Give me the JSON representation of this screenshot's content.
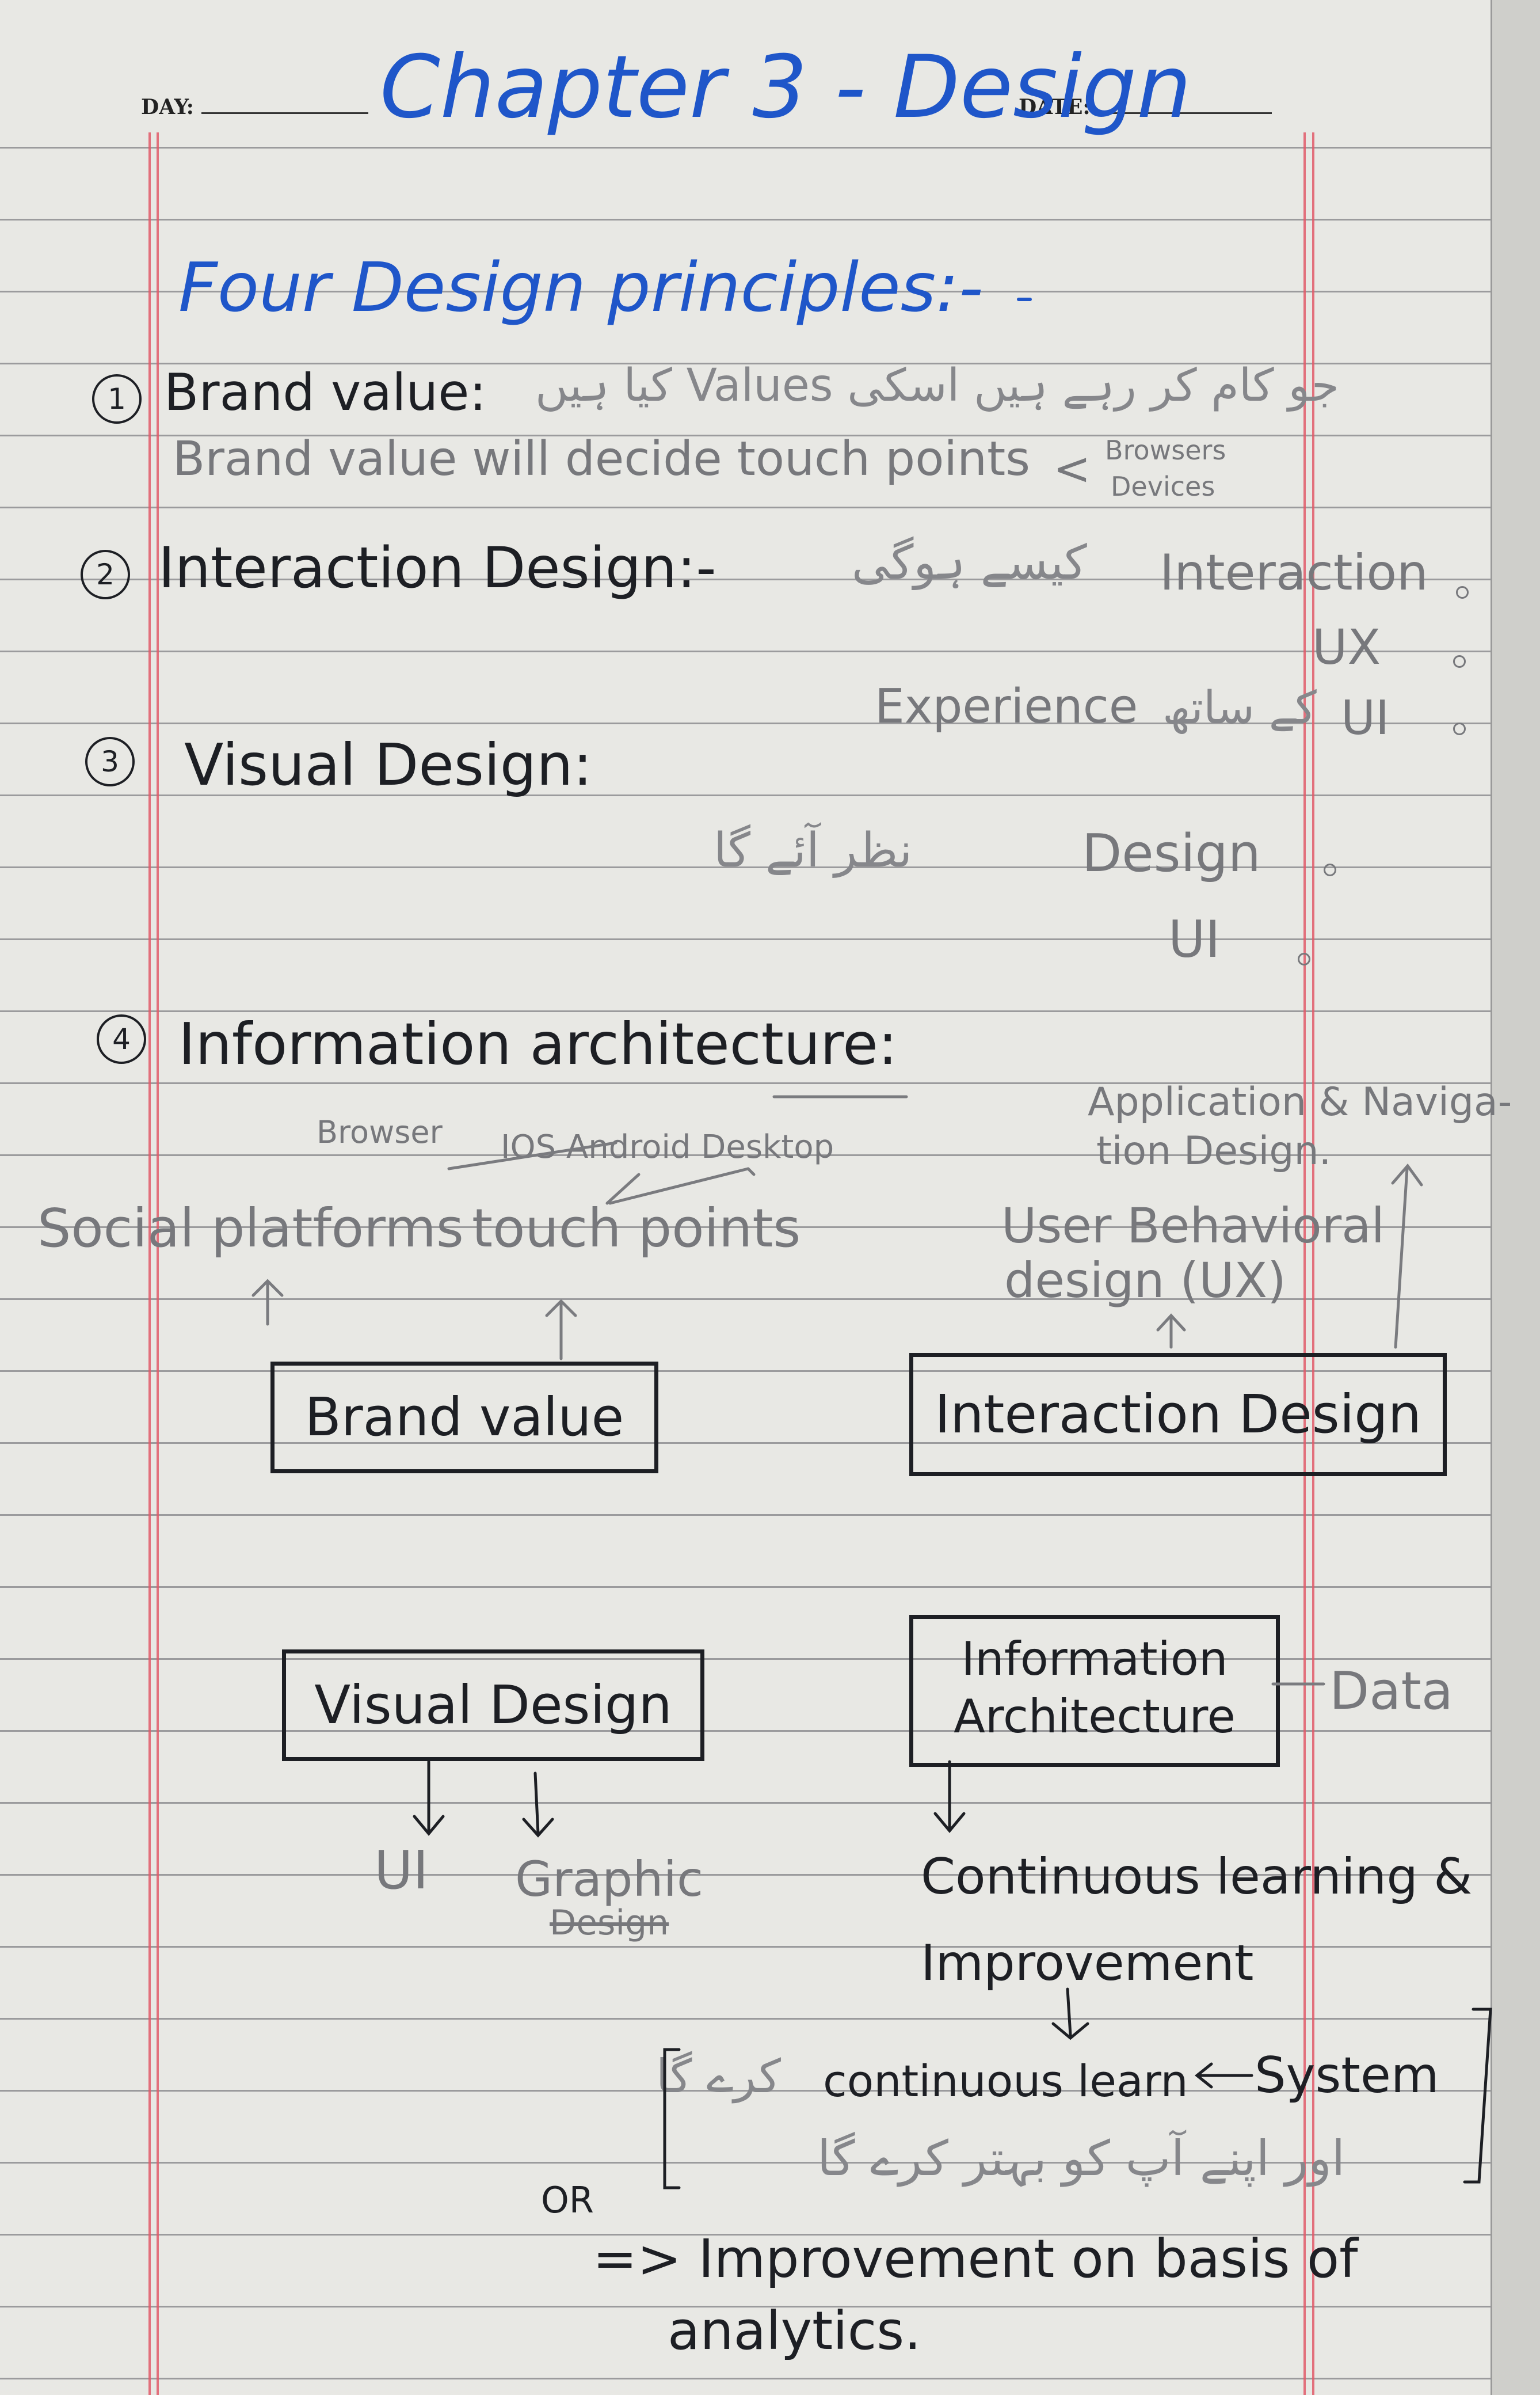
{
  "header": {
    "day_label": "DAY:",
    "date_label": "DATE:"
  },
  "title": "Chapter 3 - Design",
  "subtitle": "Four Design principles:-",
  "principles": [
    {
      "num": "1",
      "label": "Brand value:"
    },
    {
      "num": "2",
      "label": "Interaction Design:-"
    },
    {
      "num": "3",
      "label": "Visual Design:"
    },
    {
      "num": "4",
      "label": "Information architecture:"
    }
  ],
  "notes": {
    "brand_urdu": "جو کام کر رہے ہیں اسکی Values کیا ہیں",
    "brand_line": "Brand value will decide touch points",
    "brand_browsers": "Browsers",
    "brand_devices": "Devices",
    "interaction_urdu": "کیسے ہوگی",
    "interaction_term": "Interaction",
    "ux": "UX",
    "ui_experience_urdu": "کے ساتھ",
    "experience": "Experience",
    "ui": "UI",
    "visual_urdu": "نظر آئے گا",
    "design": "Design",
    "visual_ui": "UI"
  },
  "diagram": {
    "browser": "Browser",
    "ios_android_desktop": "IOS Android Desktop",
    "social_platforms": "Social platforms",
    "touch_points": "touch points",
    "app_nav_1": "Application & Naviga-",
    "app_nav_2": "tion Design.",
    "user_behav_1": "User Behavioral",
    "user_behav_2": "design (UX)",
    "box_brand": "Brand value",
    "box_interaction": "Interaction Design",
    "box_visual": "Visual Design",
    "box_info_1": "Information",
    "box_info_2": "Architecture",
    "data": "Data",
    "ui": "UI",
    "graphic": "Graphic",
    "design_struck": "Design",
    "continuous": "Continuous learning &",
    "improvement": "Improvement",
    "bracket_line1_urdu": "کرے گا",
    "bracket_line1": "continuous learn",
    "system": "System",
    "bracket_line2_urdu": "اور اپنے آپ کو بہتر کرے گا",
    "or": "OR",
    "final_1": "=> Improvement on basis of",
    "final_2": "analytics."
  }
}
